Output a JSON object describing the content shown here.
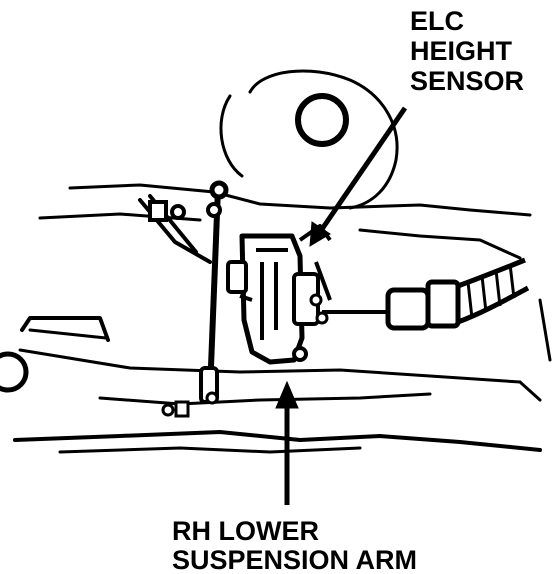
{
  "callouts": {
    "top": {
      "lines": [
        "ELC",
        "HEIGHT",
        "SENSOR"
      ]
    },
    "bottom": {
      "lines": [
        "RH LOWER",
        "SUSPENSION ARM"
      ]
    }
  },
  "colors": {
    "ink": "#000000",
    "paper": "#ffffff"
  }
}
